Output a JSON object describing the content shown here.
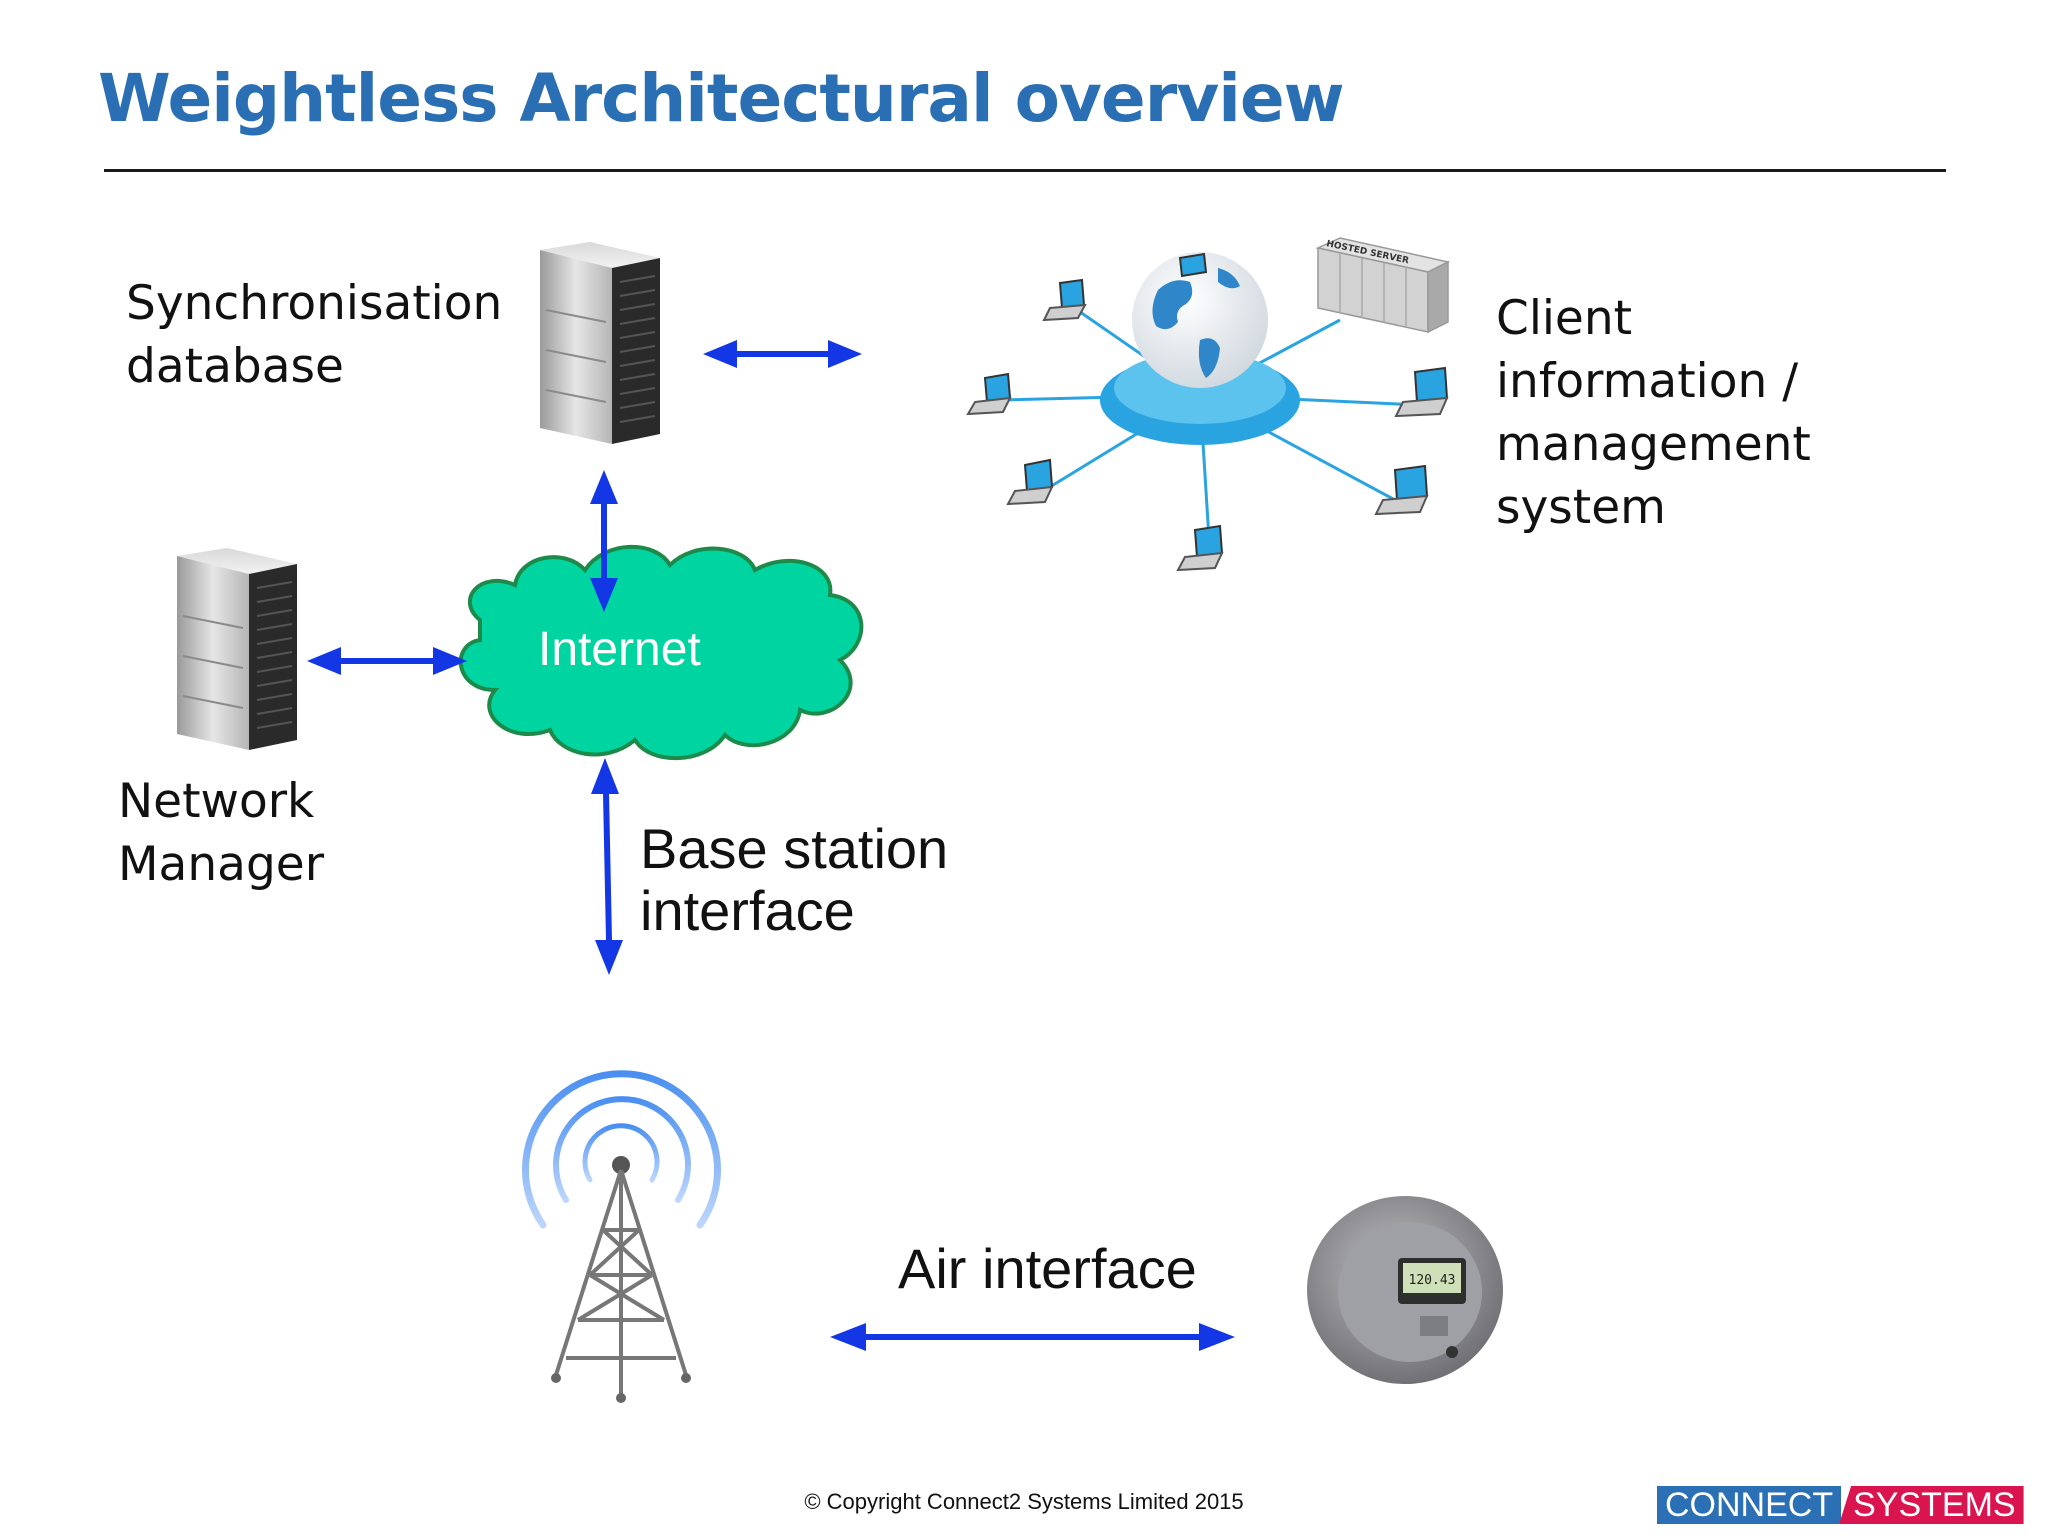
{
  "title": "Weightless Architectural overview",
  "labels": {
    "sync_db_line1": "Synchronisation",
    "sync_db_line2": "database",
    "client_line1": "Client",
    "client_line2": "information /",
    "client_line3": "management",
    "client_line4": "system",
    "network_manager_line1": "Network",
    "network_manager_line2": "Manager",
    "base_station_line1": "Base station",
    "base_station_line2": "interface",
    "air_interface": "Air interface",
    "internet": "Internet"
  },
  "hosted_server_text": "HOSTED SERVER",
  "meter_reading": "120.43",
  "footer": {
    "copyright": "© Copyright Connect2 Systems Limited 2015",
    "logo_left": "CONNECT",
    "logo_right": "SYSTEMS"
  },
  "colors": {
    "title": "#2a6fb3",
    "arrow": "#1437e6",
    "cloud": "#00d4a0",
    "globe_base": "#2aa4e0",
    "logo_blue": "#2b6fb5",
    "logo_red": "#d9144e"
  },
  "icons": [
    "server-icon",
    "network-globe-icon",
    "cloud-icon",
    "radio-tower-icon",
    "smart-meter-icon"
  ]
}
